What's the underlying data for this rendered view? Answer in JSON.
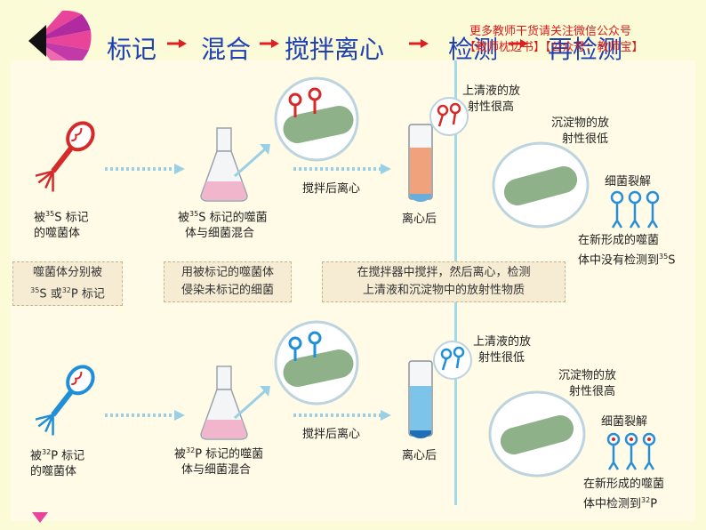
{
  "title": {
    "steps": [
      "标记",
      "混合",
      "搅拌离心",
      "检测",
      "再检测"
    ]
  },
  "watermark": {
    "line1": "更多教师干货请关注微信公众号",
    "line2": "【教师枕边书】【公众号：教师宝】"
  },
  "top_row": {
    "phage_label_a": "被",
    "phage_label_sup": "35",
    "phage_label_b": "S 标记",
    "phage_label_line2": "的噬菌体",
    "flask_label_a": "被",
    "flask_label_sup": "35",
    "flask_label_b": "S 标记的噬菌",
    "flask_label_line2": "体与细菌混合",
    "centrifuge_label": "搅拌后离心",
    "tube_label": "离心后",
    "supernatant_line1": "上清液的放",
    "supernatant_line2": "射性很高",
    "sediment_line1": "沉淀物的放",
    "sediment_line2": "射性很低",
    "lysis_label": "细菌裂解",
    "result_line1": "在新形成的噬菌",
    "result_line2": "体中没有检测到",
    "result_sup": "35",
    "result_end": "S"
  },
  "middle_boxes": {
    "box1_line1": "噬菌体分别被",
    "box1_sup1": "35",
    "box1_mid": "S 或",
    "box1_sup2": "32",
    "box1_end": "P 标记",
    "box2_line1": "用被标记的噬菌体",
    "box2_line2": "侵染未标记的细菌",
    "box3_line1": "在搅拌器中搅拌，然后离心，检测",
    "box3_line2": "上清液和沉淀物中的放射性物质"
  },
  "bottom_row": {
    "phage_label_a": "被",
    "phage_label_sup": "32",
    "phage_label_b": "P 标记",
    "phage_label_line2": "的噬菌体",
    "flask_label_a": "被",
    "flask_label_sup": "32",
    "flask_label_b": "P 标记的噬菌",
    "flask_label_line2": "体与细菌混合",
    "centrifuge_label": "搅拌后离心",
    "tube_label": "离心后",
    "supernatant_line1": "上清液的放",
    "supernatant_line2": "射性很低",
    "sediment_line1": "沉淀物的放",
    "sediment_line2": "射性很高",
    "lysis_label": "细菌裂解",
    "result_line1": "在新形成的噬菌",
    "result_line2": "体中检测到",
    "result_sup": "32",
    "result_end": "P"
  },
  "colors": {
    "title": "#1f3fb4",
    "arrow": "#e02020",
    "s35": "#d42a2a",
    "p32": "#1f8fd8",
    "background": "#fcfbd7"
  }
}
